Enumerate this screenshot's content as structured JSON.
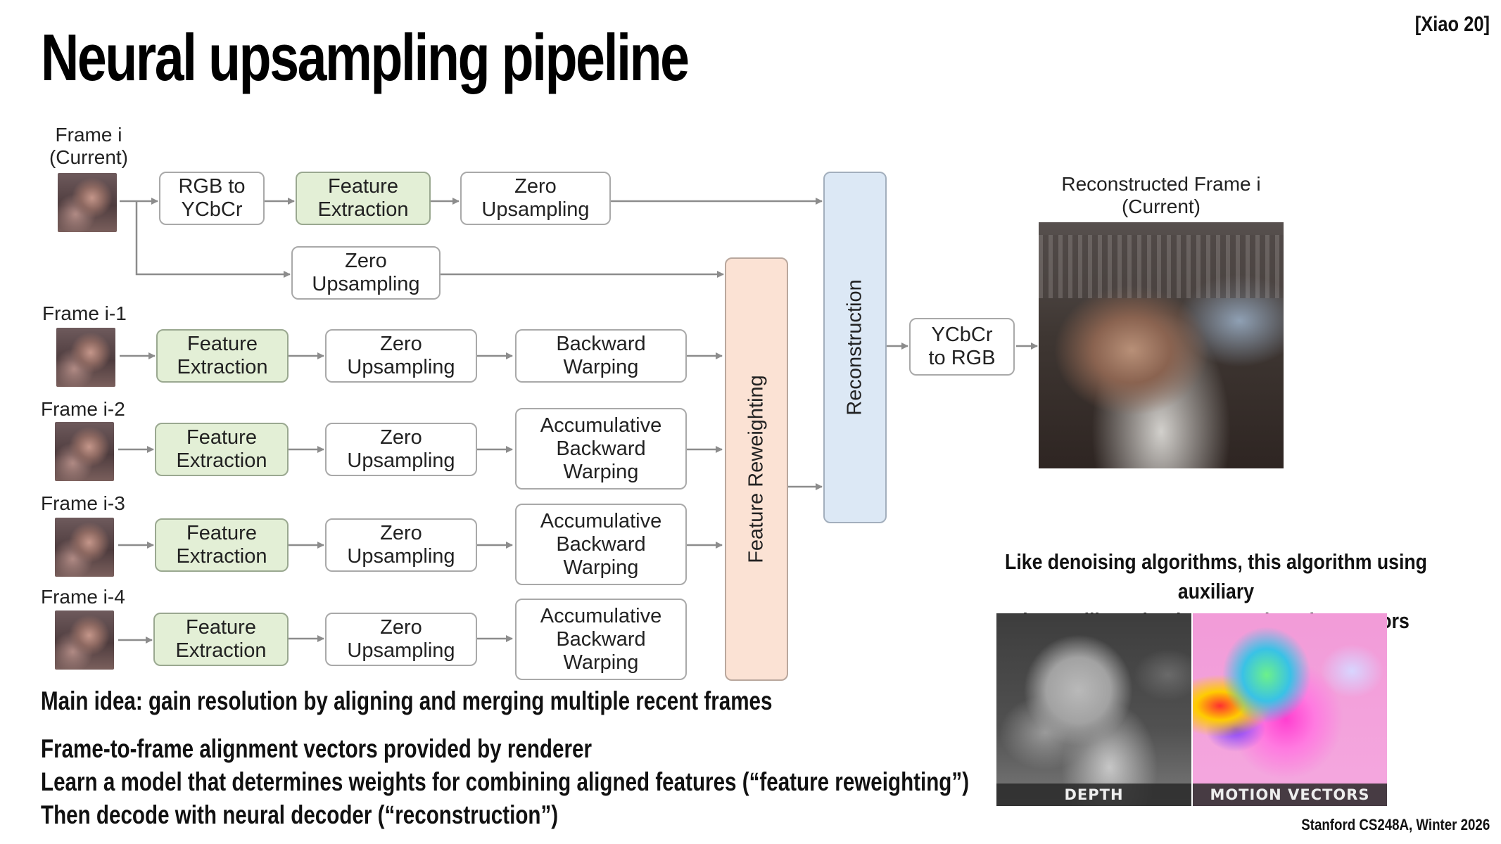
{
  "slide": {
    "title": "Neural upsampling pipeline",
    "citation": "[Xiao 20]",
    "footer": "Stanford CS248A, Winter 2026"
  },
  "frames": {
    "current": "Frame i\n(Current)",
    "i1": "Frame i-1",
    "i2": "Frame i-2",
    "i3": "Frame i-3",
    "i4": "Frame i-4"
  },
  "blocks": {
    "rgb_to_ycbcr": "RGB to\nYCbCr",
    "feature_extraction": "Feature\nExtraction",
    "zero_upsampling": "Zero\nUpsampling",
    "backward_warping": "Backward\nWarping",
    "accumulative_backward_warping": "Accumulative\nBackward\nWarping",
    "feature_reweighting": "Feature Reweighting",
    "reconstruction": "Reconstruction",
    "ycbcr_to_rgb": "YCbCr\nto RGB"
  },
  "output": {
    "label": "Reconstructed Frame i\n(Current)"
  },
  "auxiliary": {
    "caption": "Like denoising algorithms, this algorithm using auxiliary\ninputs like a depth map and motion vectors",
    "depth_tag": "DEPTH",
    "motion_tag": "MOTION VECTORS"
  },
  "bullets": {
    "main_idea": "Main idea: gain resolution by aligning and merging multiple recent frames",
    "b1": "Frame-to-frame alignment vectors provided by renderer",
    "b2": "Learn a model that determines weights for combining aligned features (“feature reweighting”)",
    "b3": "Then decode with neural decoder (“reconstruction”)"
  },
  "colors": {
    "feature_box": "#e3efd6",
    "reconstruction_box": "#dce8f5",
    "reweighting_box": "#fbe2d4",
    "arrow": "#8c8c8c"
  }
}
